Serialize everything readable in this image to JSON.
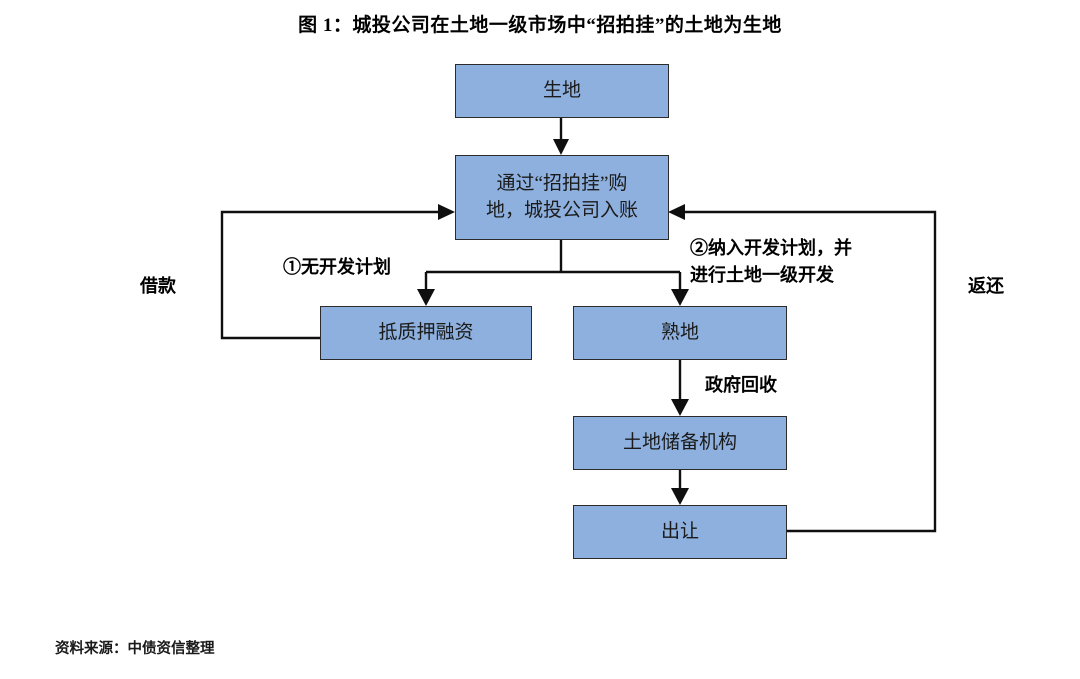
{
  "figure": {
    "title": "图 1：城投公司在土地一级市场中“招拍挂”的土地为生地",
    "source": "资料来源：中债资信整理",
    "accent_fill": "#8EB0DE",
    "border_color": "#2b2b2b",
    "line_color": "#0f0f0f"
  },
  "chart_data": {
    "type": "diagram",
    "title": "图 1：城投公司在土地一级市场中“招拍挂”的土地为生地",
    "nodes": [
      {
        "id": "raw-land",
        "label": "生地"
      },
      {
        "id": "purchase",
        "label": "通过“招拍挂”购\n地，城投公司入账"
      },
      {
        "id": "mortgage-financing",
        "label": "抵质押融资"
      },
      {
        "id": "developed-land",
        "label": "熟地"
      },
      {
        "id": "land-reserve-agency",
        "label": "土地储备机构"
      },
      {
        "id": "transfer",
        "label": "出让"
      }
    ],
    "edges": [
      {
        "from": "raw-land",
        "to": "purchase",
        "label": ""
      },
      {
        "from": "purchase",
        "to": "mortgage-financing",
        "label": "①无开发计划"
      },
      {
        "from": "purchase",
        "to": "developed-land",
        "label": "②纳入开发计划，并\n进行土地一级开发"
      },
      {
        "from": "developed-land",
        "to": "land-reserve-agency",
        "label": "政府回收"
      },
      {
        "from": "land-reserve-agency",
        "to": "transfer",
        "label": ""
      },
      {
        "from": "mortgage-financing",
        "to": "purchase",
        "label": "借款"
      },
      {
        "from": "transfer",
        "to": "purchase",
        "label": "返还"
      }
    ]
  },
  "nodes": {
    "raw_land": "生地",
    "purchase": "通过“招拍挂”购\n地，城投公司入账",
    "mortgage_financing": "抵质押融资",
    "developed_land": "熟地",
    "land_reserve_agency": "土地储备机构",
    "transfer": "出让"
  },
  "labels": {
    "branch_one": "①无开发计划",
    "branch_two": "②纳入开发计划，并\n进行土地一级开发",
    "government_recovery": "政府回收",
    "loan": "借款",
    "repayment": "返还"
  }
}
